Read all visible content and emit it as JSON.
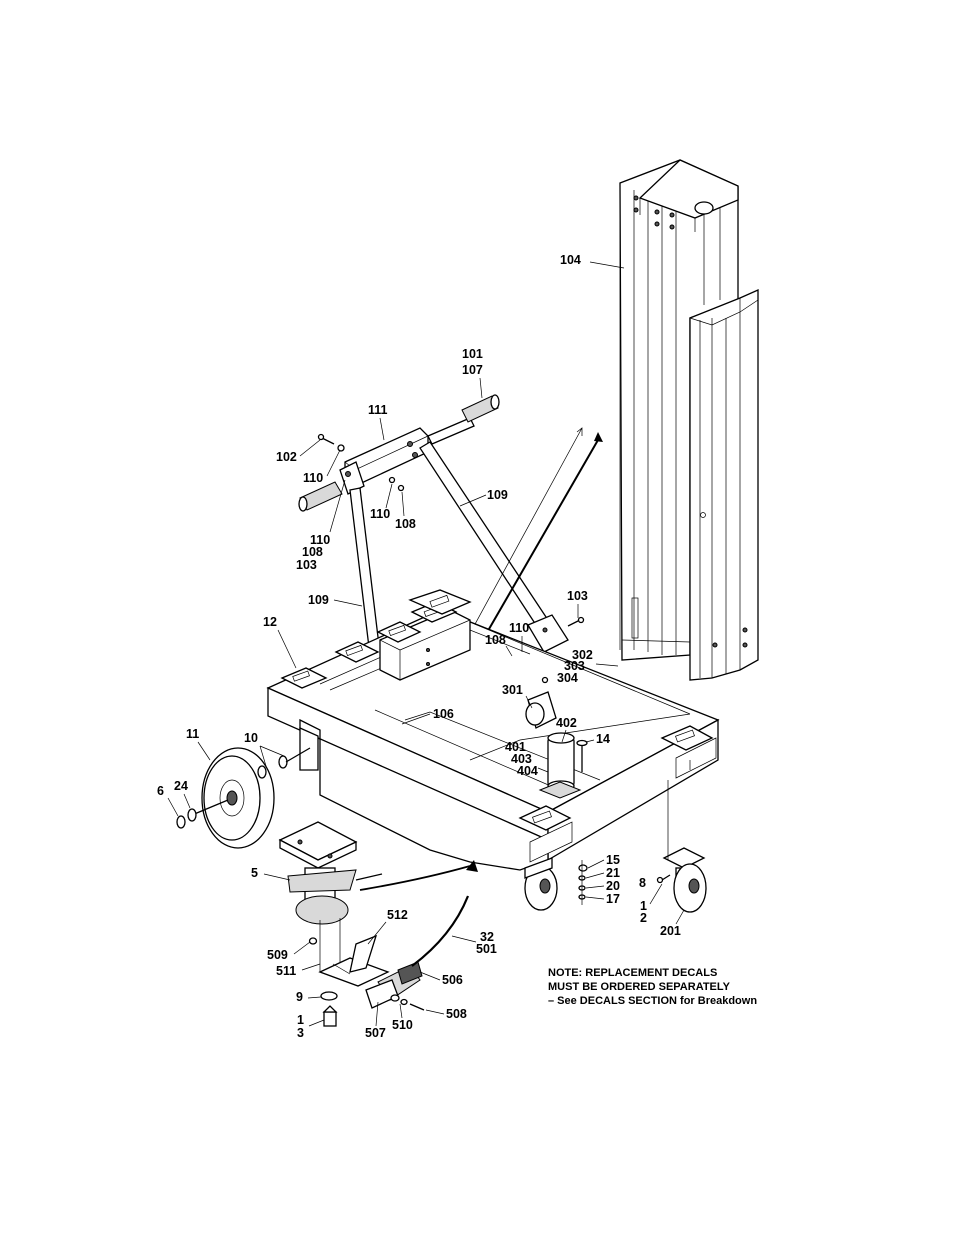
{
  "callouts": {
    "c104": "104",
    "c101_107": [
      "101",
      "107"
    ],
    "c111": "111",
    "c102": "102",
    "c110a": "110",
    "c110b": "110",
    "c108a": "108",
    "c110_108_103": [
      "110",
      "108",
      "103"
    ],
    "c109a": "109",
    "c109b": "109",
    "c103": "103",
    "c108_110": [
      "108",
      "110"
    ],
    "c12": "12",
    "c302_303_304": [
      "302",
      "303",
      "304"
    ],
    "c301": "301",
    "c106": "106",
    "c402": "402",
    "c11": "11",
    "c10": "10",
    "c14": "14",
    "c401_403_404": [
      "401",
      "403",
      "404"
    ],
    "c6": "6",
    "c24": "24",
    "c15_21_20_17": [
      "15",
      "21",
      "20",
      "17"
    ],
    "c5": "5",
    "c8": "8",
    "c1_2": [
      "1",
      "2"
    ],
    "c201": "201",
    "c512": "512",
    "c32_501": [
      "32",
      "501"
    ],
    "c509": "509",
    "c511": "511",
    "c506": "506",
    "c9": "9",
    "c1_3": [
      "1",
      "3"
    ],
    "c507": "507",
    "c510": "510",
    "c508": "508"
  },
  "note": [
    "NOTE: REPLACEMENT DECALS",
    "MUST BE ORDERED SEPARATELY",
    "– See DECALS SECTION for Breakdown"
  ]
}
